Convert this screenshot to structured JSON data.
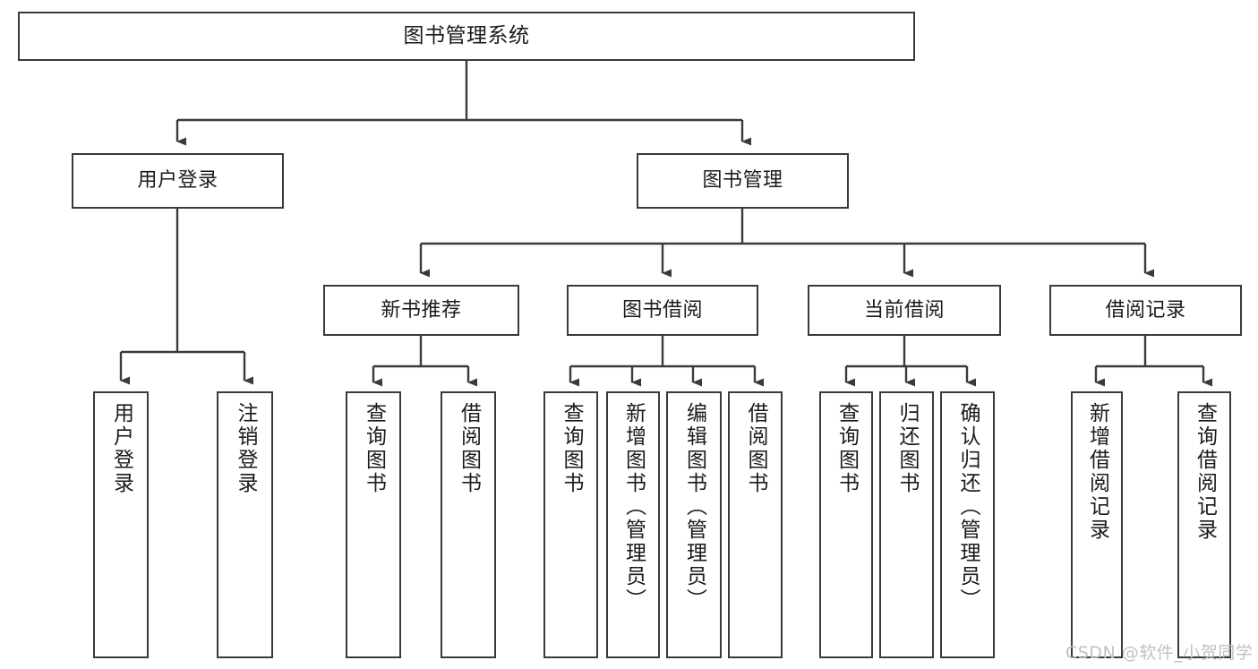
{
  "diagram": {
    "title": "图书管理系统",
    "watermark": "CSDN @软件_小贺同学",
    "colors": {
      "stroke": "#3a3a3a",
      "fill": "#ffffff",
      "text": "#1b1b1b",
      "watermark": "#c2c2c2"
    },
    "root": {
      "label": "图书管理系统"
    },
    "branches": [
      {
        "label": "用户登录"
      },
      {
        "label": "图书管理"
      },
      {
        "label": "新书推荐"
      },
      {
        "label": "图书借阅"
      },
      {
        "label": "当前借阅"
      },
      {
        "label": "借阅记录"
      }
    ],
    "leaves": [
      {
        "label": "用户登录"
      },
      {
        "label": "注销登录"
      },
      {
        "label": "查询图书"
      },
      {
        "label": "借阅图书"
      },
      {
        "label": "查询图书"
      },
      {
        "label": "新增图书（管理员）"
      },
      {
        "label": "编辑图书（管理员）"
      },
      {
        "label": "借阅图书"
      },
      {
        "label": "查询图书"
      },
      {
        "label": "归还图书"
      },
      {
        "label": "确认归还（管理员）"
      },
      {
        "label": "新增借阅记录"
      },
      {
        "label": "查询借阅记录"
      }
    ]
  },
  "chart_data": {
    "type": "tree-diagram",
    "title": "图书管理系统",
    "orientation": "top-down",
    "levels": 4,
    "nodes": [
      {
        "id": "root",
        "label": "图书管理系统",
        "level": 0,
        "parent": null
      },
      {
        "id": "b1",
        "label": "用户登录",
        "level": 1,
        "parent": "root"
      },
      {
        "id": "b2",
        "label": "图书管理",
        "level": 1,
        "parent": "root"
      },
      {
        "id": "b2a",
        "label": "新书推荐",
        "level": 2,
        "parent": "b2"
      },
      {
        "id": "b2b",
        "label": "图书借阅",
        "level": 2,
        "parent": "b2"
      },
      {
        "id": "b2c",
        "label": "当前借阅",
        "level": 2,
        "parent": "b2"
      },
      {
        "id": "b2d",
        "label": "借阅记录",
        "level": 2,
        "parent": "b2"
      },
      {
        "id": "l1",
        "label": "用户登录",
        "level": 2,
        "parent": "b1"
      },
      {
        "id": "l2",
        "label": "注销登录",
        "level": 2,
        "parent": "b1"
      },
      {
        "id": "l3",
        "label": "查询图书",
        "level": 3,
        "parent": "b2a"
      },
      {
        "id": "l4",
        "label": "借阅图书",
        "level": 3,
        "parent": "b2a"
      },
      {
        "id": "l5",
        "label": "查询图书",
        "level": 3,
        "parent": "b2b"
      },
      {
        "id": "l6",
        "label": "新增图书（管理员）",
        "level": 3,
        "parent": "b2b"
      },
      {
        "id": "l7",
        "label": "编辑图书（管理员）",
        "level": 3,
        "parent": "b2b"
      },
      {
        "id": "l8",
        "label": "借阅图书",
        "level": 3,
        "parent": "b2b"
      },
      {
        "id": "l9",
        "label": "查询图书",
        "level": 3,
        "parent": "b2c"
      },
      {
        "id": "l10",
        "label": "归还图书",
        "level": 3,
        "parent": "b2c"
      },
      {
        "id": "l11",
        "label": "确认归还（管理员）",
        "level": 3,
        "parent": "b2c"
      },
      {
        "id": "l12",
        "label": "新增借阅记录",
        "level": 3,
        "parent": "b2d"
      },
      {
        "id": "l13",
        "label": "查询借阅记录",
        "level": 3,
        "parent": "b2d"
      }
    ]
  }
}
